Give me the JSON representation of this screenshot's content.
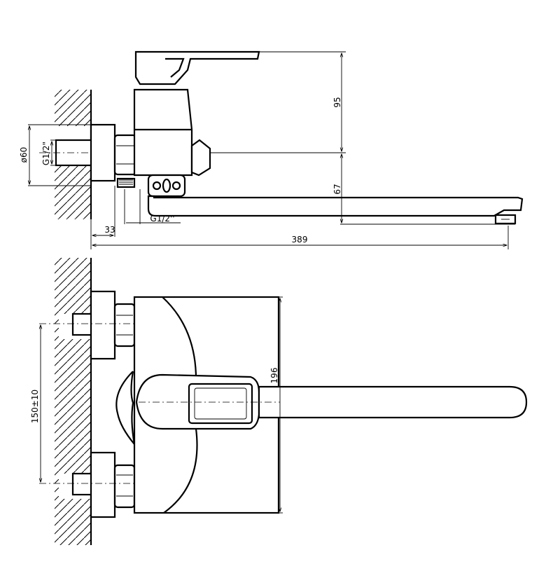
{
  "drawing": {
    "side_view": {
      "dimensions": {
        "body_height": "95",
        "spout_height": "67",
        "flange_diameter": "ø60",
        "inlet_thread_vertical": "G1/2\"",
        "inlet_thread_horizontal": "G1/2''",
        "wall_offset": "33",
        "overall_length": "389"
      }
    },
    "front_view": {
      "dimensions": {
        "body_height": "196",
        "inlet_spacing": "150±10"
      }
    }
  }
}
